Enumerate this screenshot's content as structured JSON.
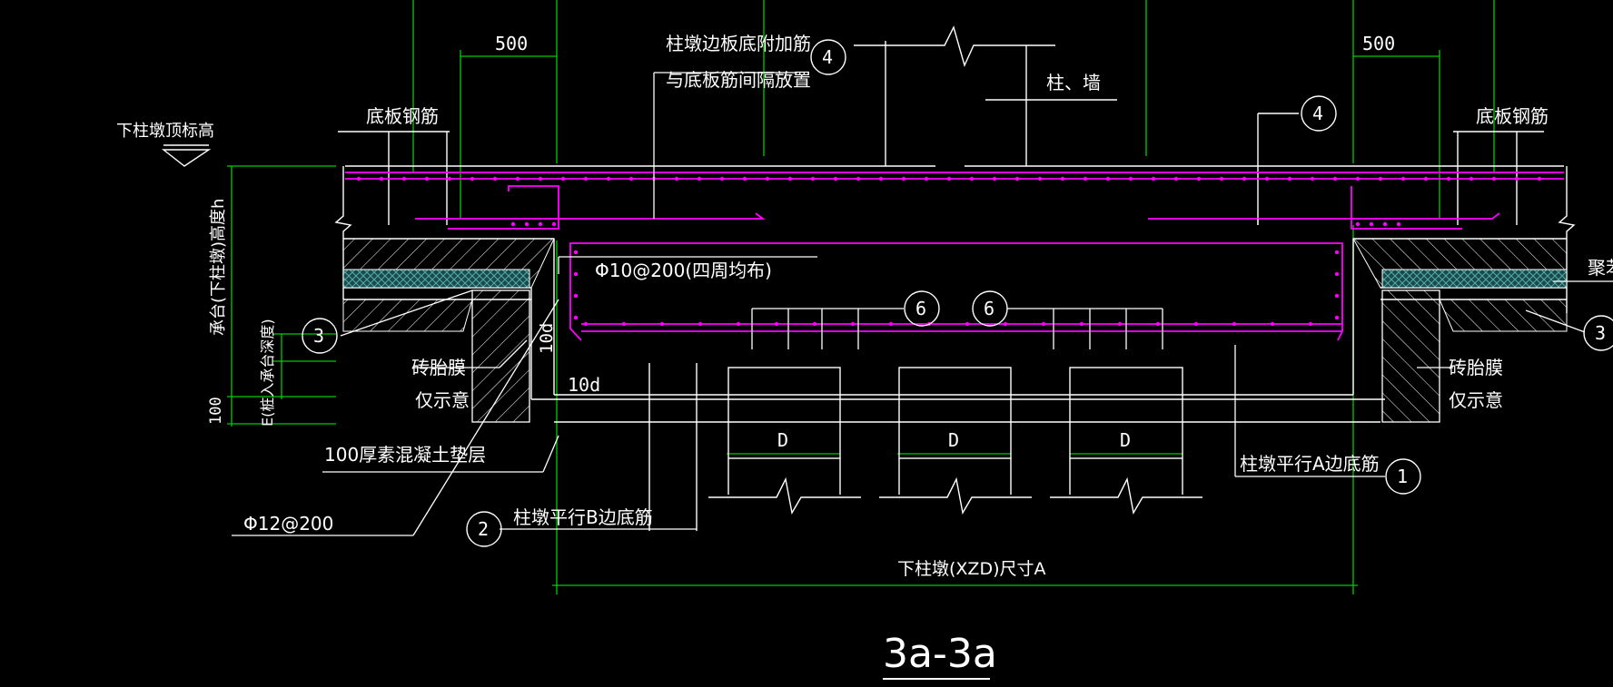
{
  "drawing": {
    "section_title": "3a-3a",
    "colors": {
      "background": "#000000",
      "linework": "#ffffff",
      "dimension": "#00ff00",
      "rebar": "#ff00ff",
      "insulation": "#55aaaa"
    },
    "dims": {
      "d500_left": "500",
      "d500_right": "500",
      "d100": "100",
      "d10d_vertical": "10d",
      "d10d_horizontal": "10d",
      "bottom_span": "下柱墩(XZD)尺寸A"
    },
    "labels": {
      "top_add_rebar_1": "柱墩边板底附加筋",
      "top_add_rebar_2": "与底板筋间隔放置",
      "column_wall": "柱、墙",
      "slab_rebar_left": "底板钢筋",
      "slab_rebar_right": "底板钢筋",
      "pier_top_elev": "下柱墩顶标高",
      "cap_height": "承台(下柱墩)高度h",
      "e_label": "E(桩入承台深度)",
      "stirrup": "Φ10@200(四周均布)",
      "brick_left_1": "砖胎膜",
      "brick_left_2": "仅示意",
      "brick_right_1": "砖胎膜",
      "brick_right_2": "仅示意",
      "cushion": "100厚素混凝土垫层",
      "bar_phi12": "Φ12@200",
      "b_side_bar": "柱墩平行B边底筋",
      "a_side_bar": "柱墩平行A边底筋",
      "pile": "D",
      "cut_right": "聚苯"
    },
    "callouts": {
      "c4_top": "4",
      "c4_right": "4",
      "c6_left": "6",
      "c6_right": "6",
      "c3_left": "3",
      "c3_right": "3",
      "c2": "2",
      "c1": "1"
    }
  }
}
